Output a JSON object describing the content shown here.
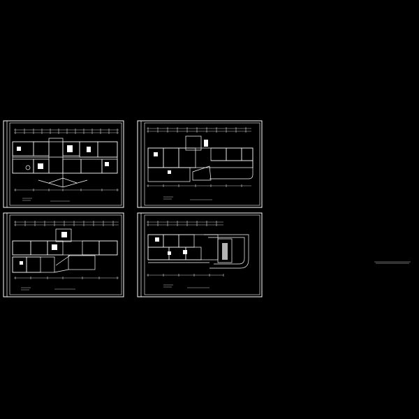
{
  "viewer": {
    "background": "#000000",
    "line_color": "#ffffff"
  },
  "sheets": [
    {
      "id": "sheet-1",
      "name": "plan-sheet-top-left"
    },
    {
      "id": "sheet-2",
      "name": "plan-sheet-top-right"
    },
    {
      "id": "sheet-3",
      "name": "plan-sheet-bottom-left"
    },
    {
      "id": "sheet-4",
      "name": "plan-sheet-bottom-right"
    }
  ]
}
